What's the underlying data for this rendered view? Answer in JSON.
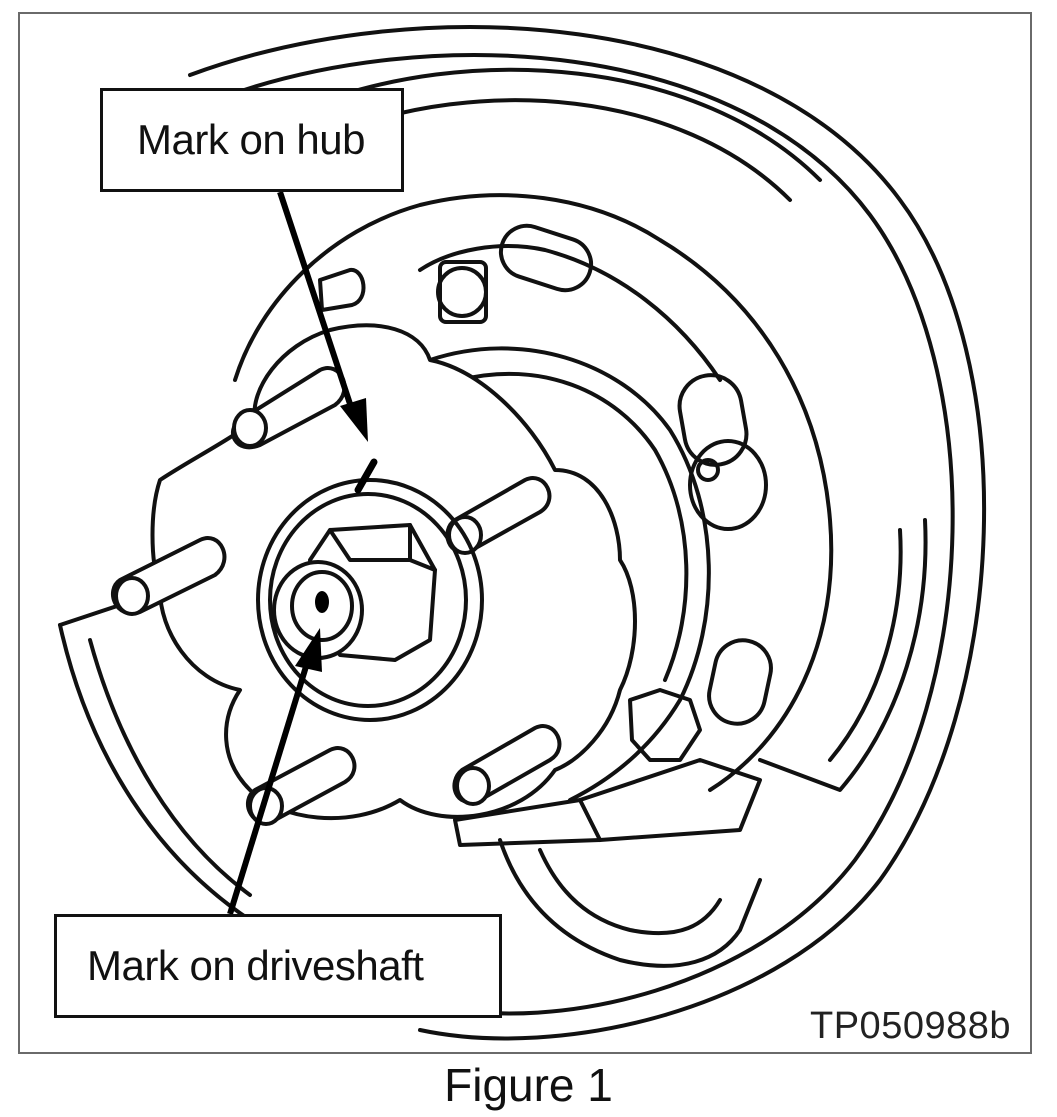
{
  "figure": {
    "callout_hub": "Mark on hub",
    "callout_driveshaft": "Mark on driveshaft",
    "reference_code": "TP050988b",
    "caption": "Figure 1"
  },
  "colors": {
    "line": "#111111",
    "frame": "#6a6a6a",
    "background": "#ffffff"
  }
}
